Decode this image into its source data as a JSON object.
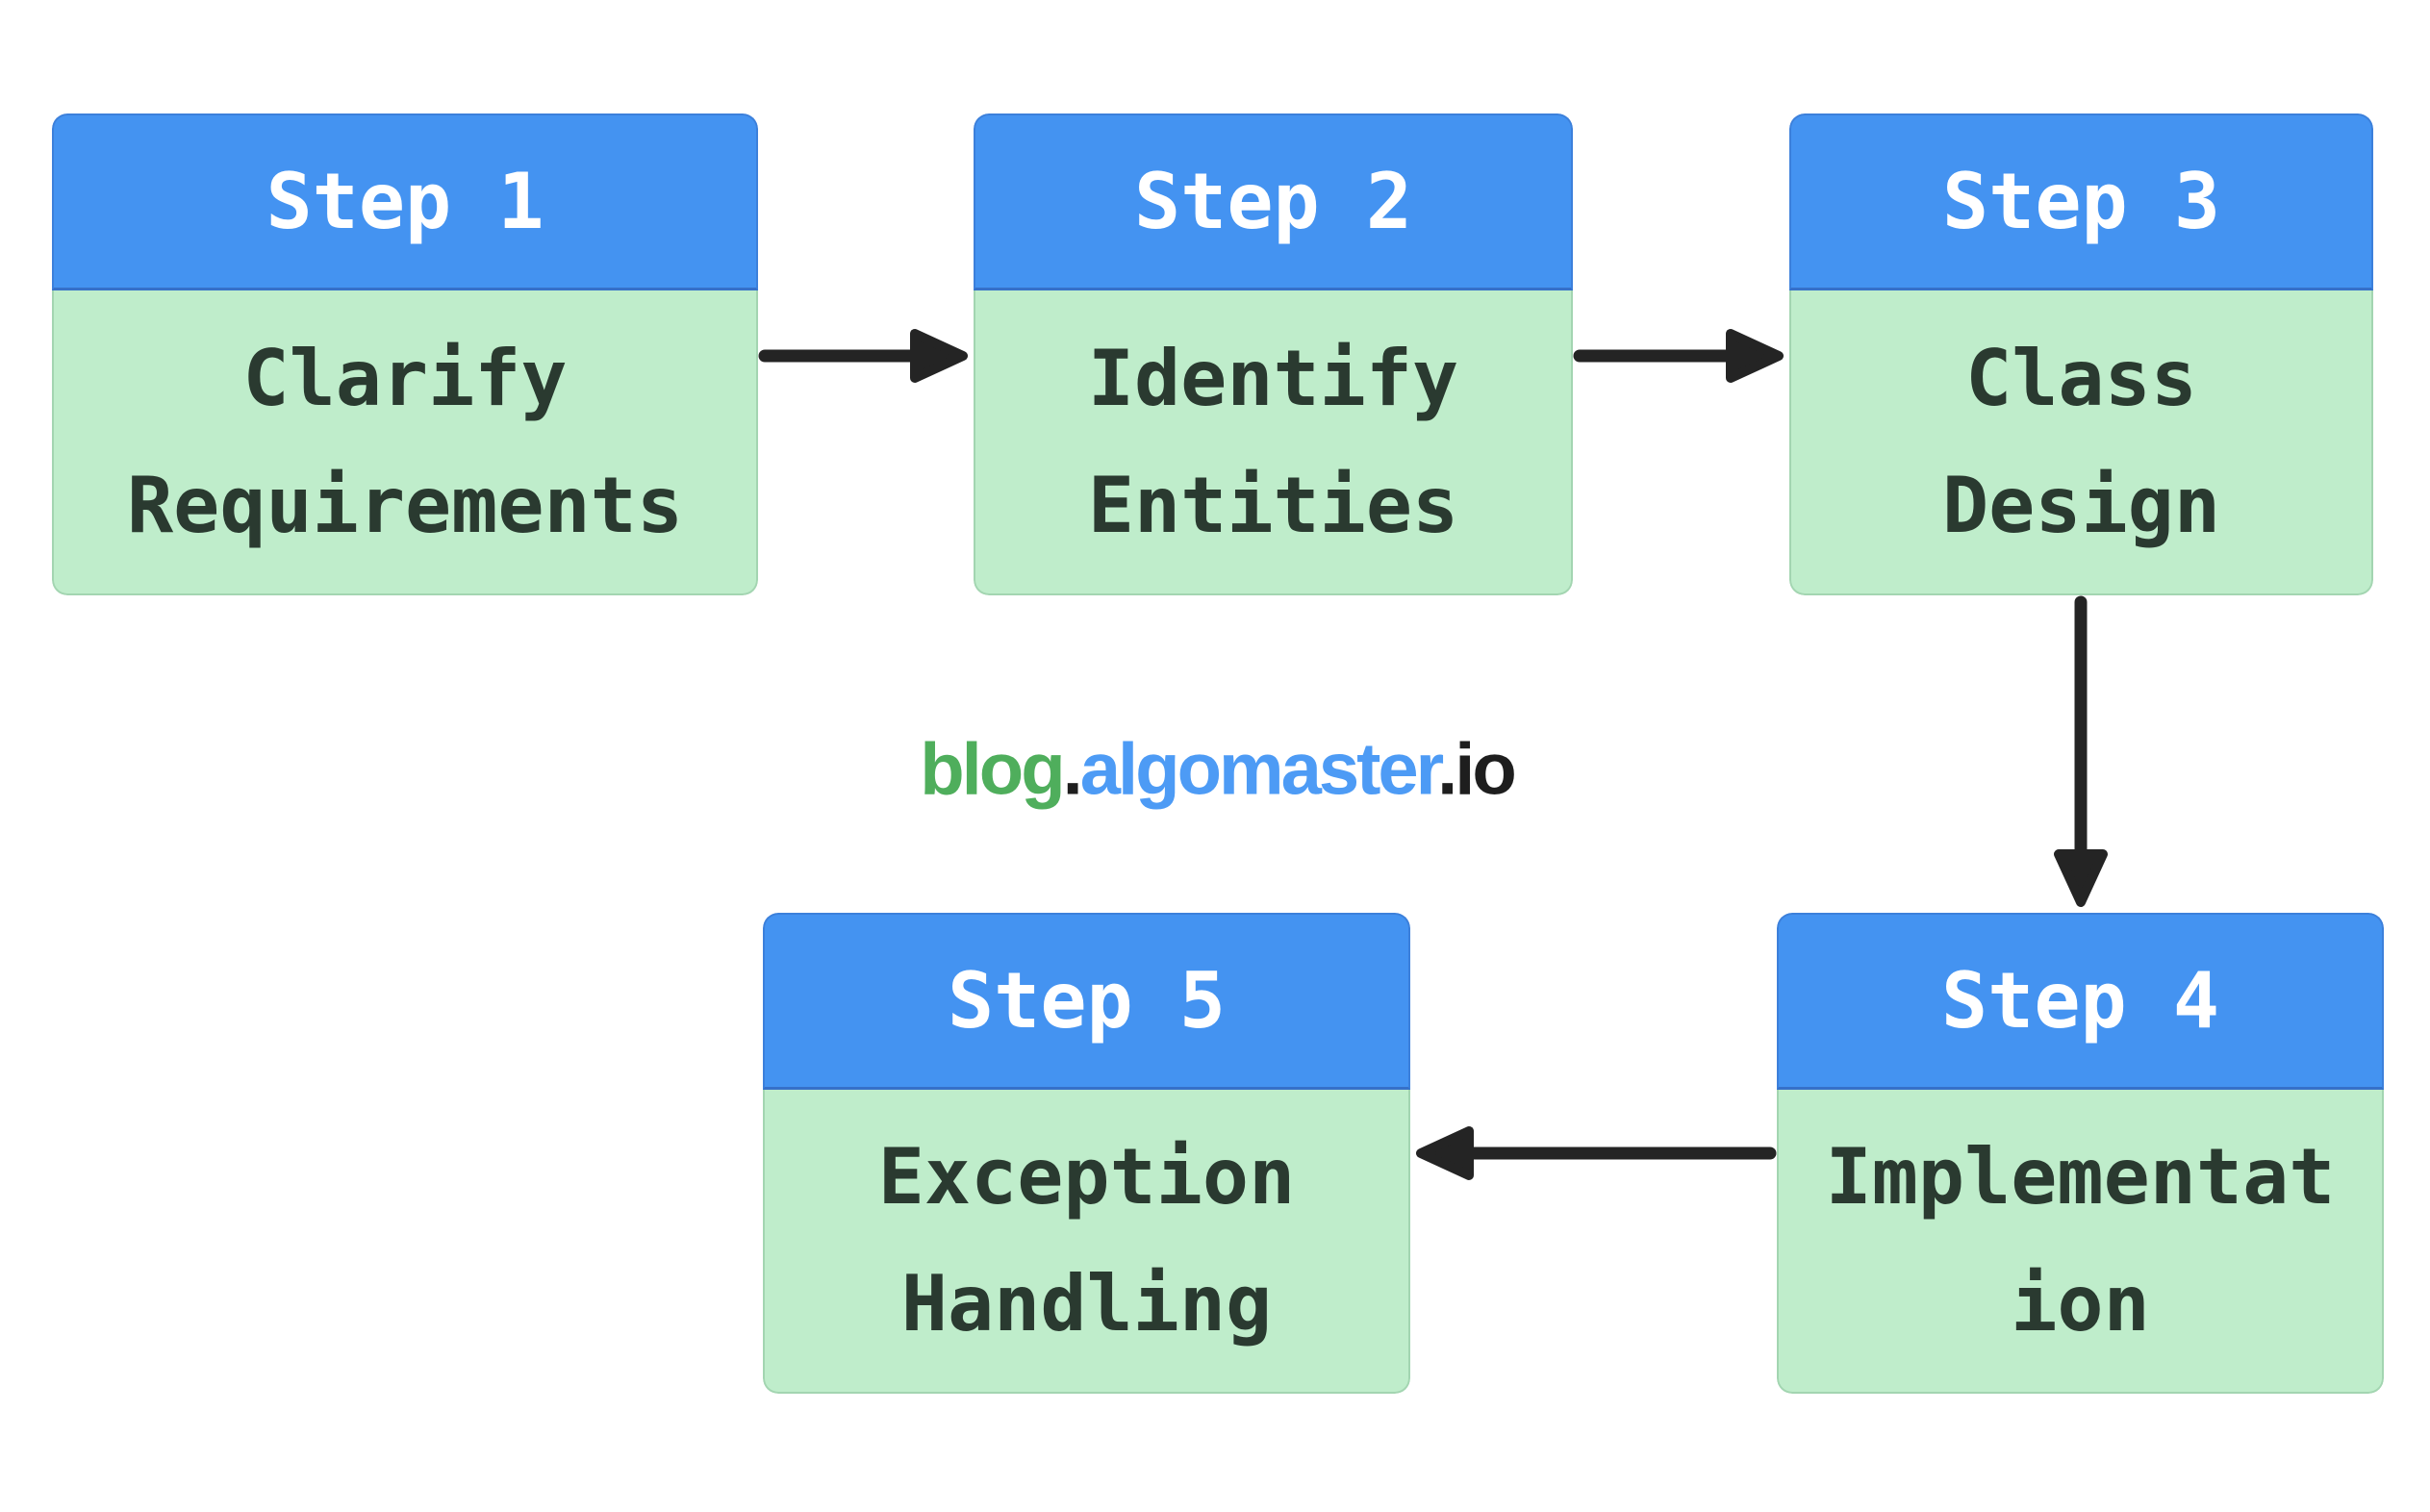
{
  "page": {
    "background": "#ffffff",
    "type": "flowchart"
  },
  "colors": {
    "card_header_blue": "#4493F1",
    "card_header_border": "#3C80DB",
    "card_body_green": "#BFEDCB",
    "card_body_border": "#A3D5B1",
    "header_text": "#FFFFFF",
    "body_text": "#2A3A30",
    "arrow": "#242424",
    "watermark_green": "#4FAE5C",
    "watermark_blue": "#4D9BF5",
    "watermark_dark": "#1E1E1E"
  },
  "diagram": {
    "steps": [
      {
        "id": "step-1",
        "header": "Step 1",
        "label": "Clarify Requirements"
      },
      {
        "id": "step-2",
        "header": "Step 2",
        "label": "Identify Entities"
      },
      {
        "id": "step-3",
        "header": "Step 3",
        "label": "Class Design"
      },
      {
        "id": "step-4",
        "header": "Step 4",
        "label": "Implementation"
      },
      {
        "id": "step-5",
        "header": "Step 5",
        "label": "Exception Handling"
      }
    ],
    "connections": [
      {
        "from": "step-1",
        "to": "step-2",
        "direction": "right"
      },
      {
        "from": "step-2",
        "to": "step-3",
        "direction": "right"
      },
      {
        "from": "step-3",
        "to": "step-4",
        "direction": "down"
      },
      {
        "from": "step-4",
        "to": "step-5",
        "direction": "left"
      }
    ]
  },
  "watermark": {
    "full_text": "blog.algomaster.io",
    "parts": [
      {
        "text": "blog",
        "color": "green"
      },
      {
        "text": ".",
        "color": "dark"
      },
      {
        "text": "algomaster",
        "color": "blue"
      },
      {
        "text": ".",
        "color": "dark"
      },
      {
        "text": "io",
        "color": "dark"
      }
    ]
  }
}
